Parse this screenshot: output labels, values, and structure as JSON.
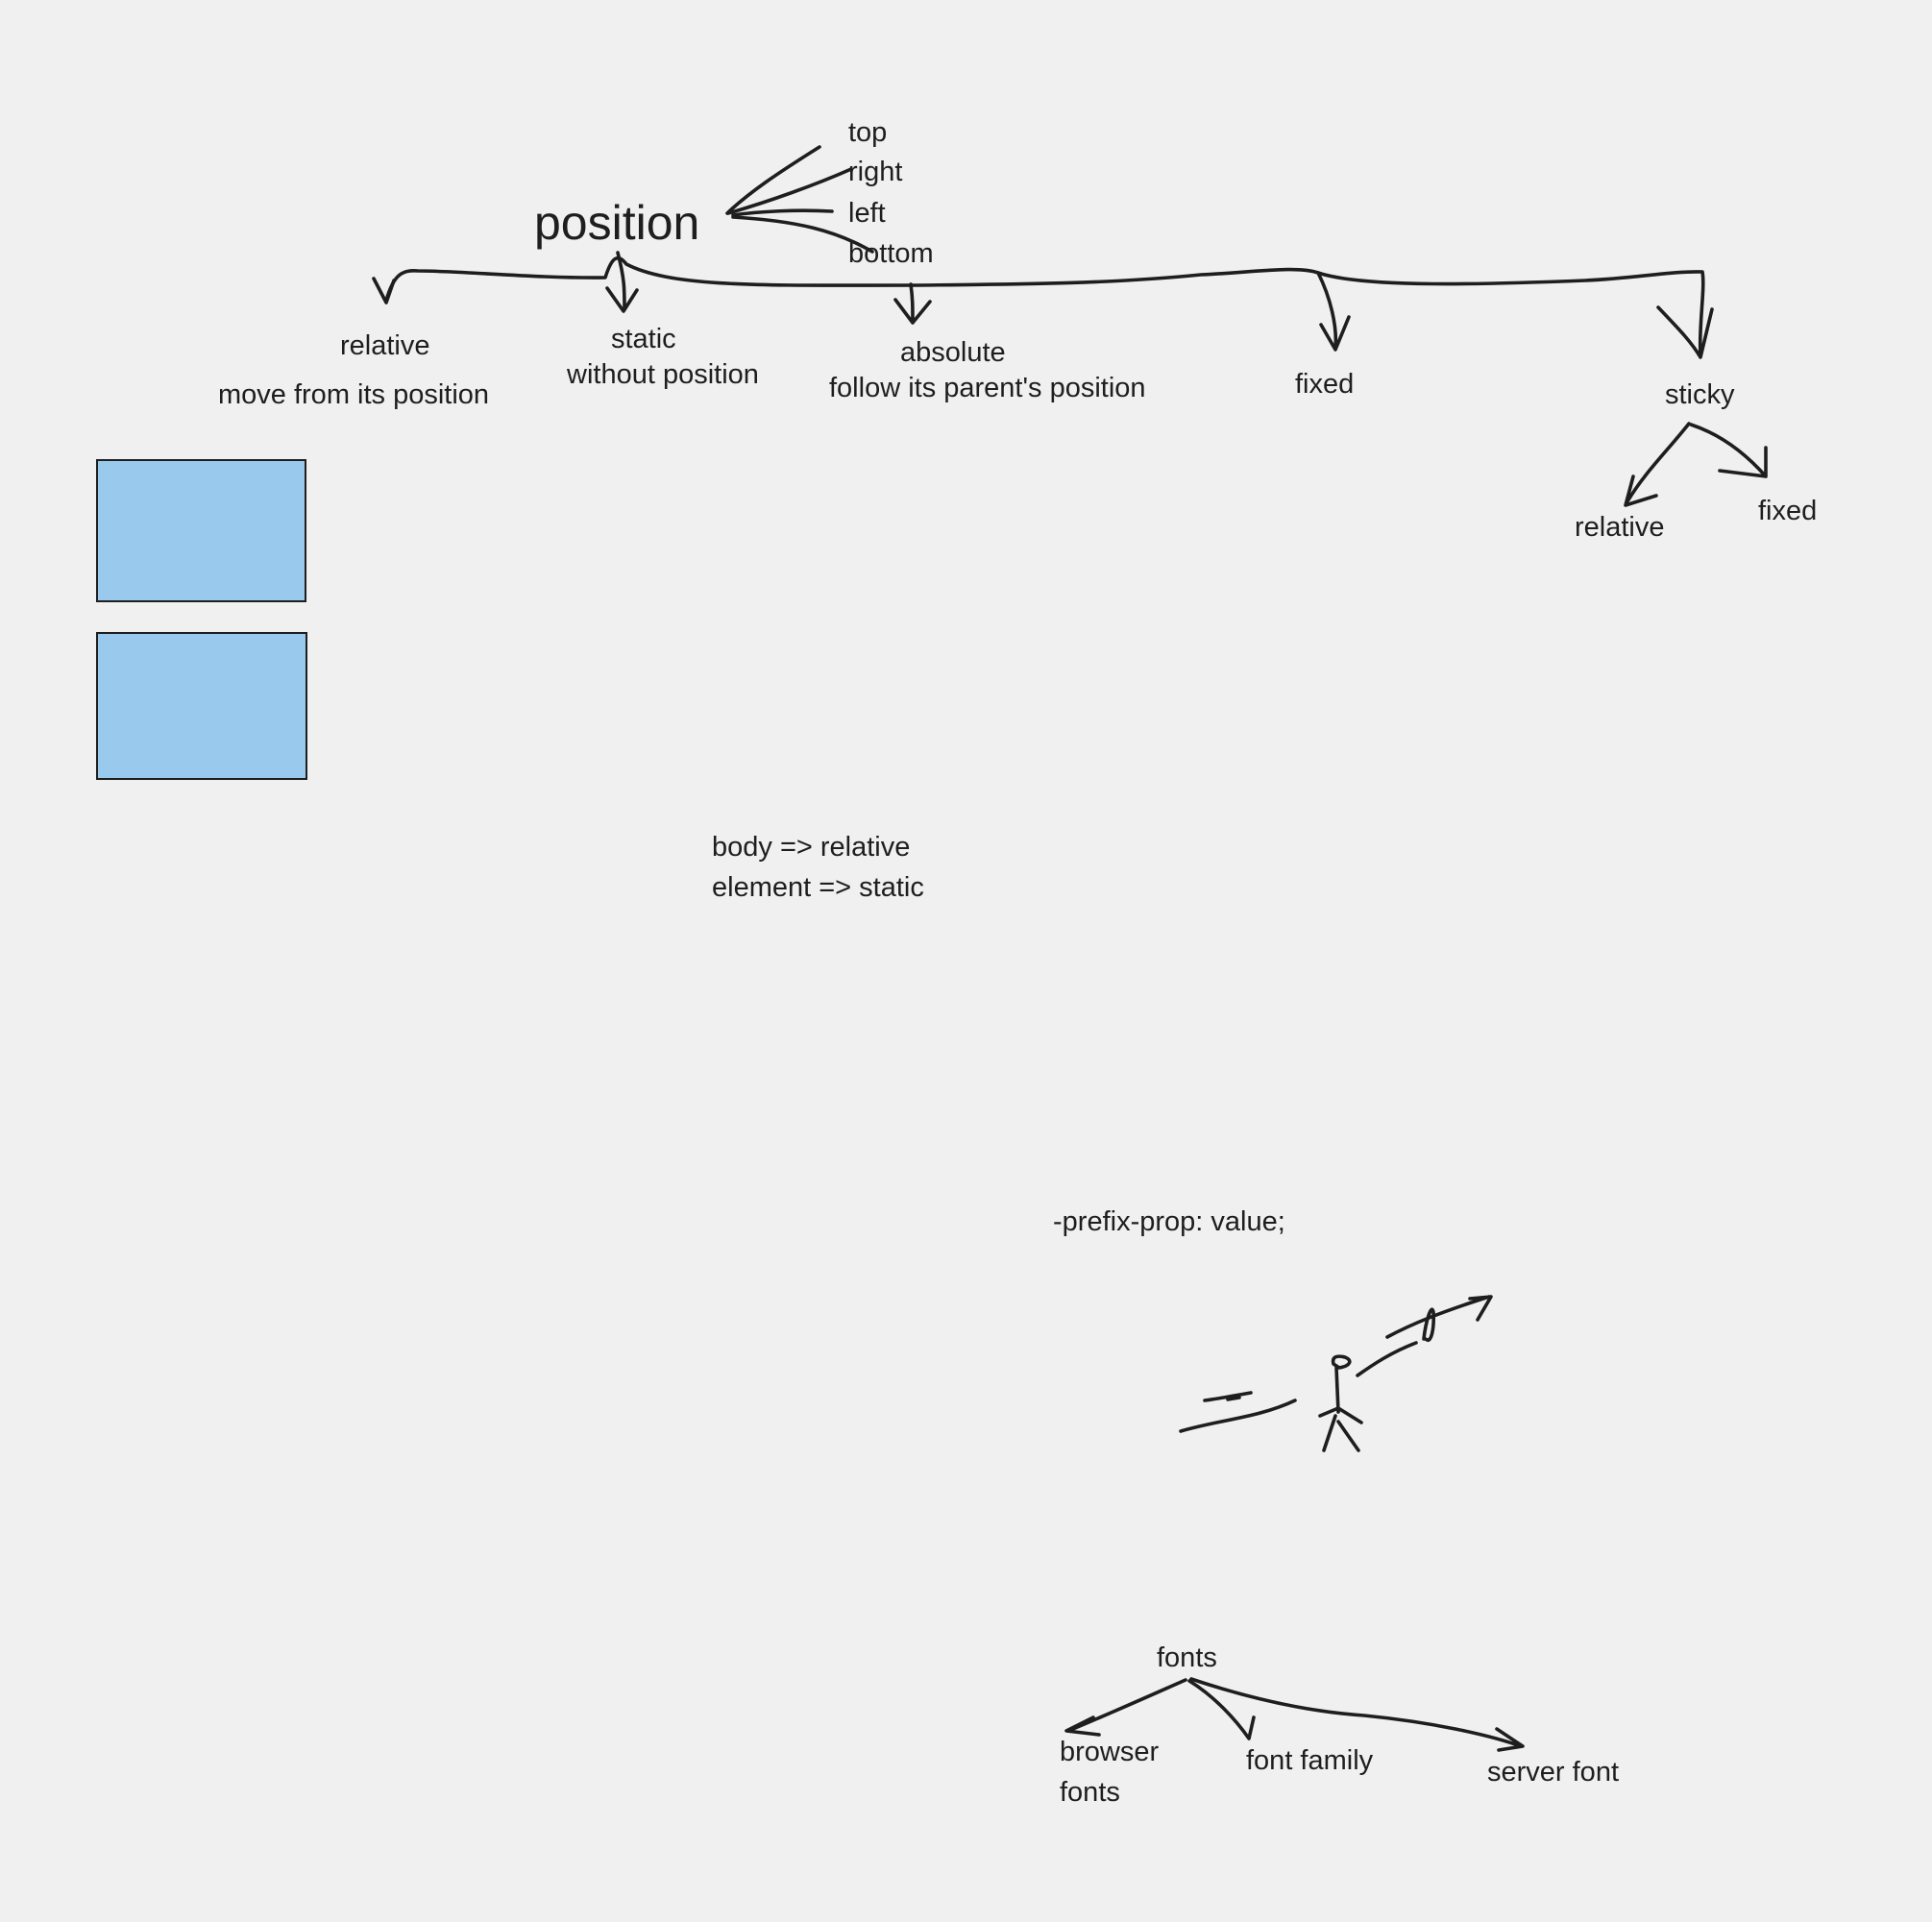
{
  "position": {
    "title": "position",
    "offsets": [
      "top",
      "right",
      "left",
      "bottom"
    ],
    "relative": {
      "label": "relative",
      "note": "move from its position"
    },
    "static": {
      "label": "static",
      "note": "without position"
    },
    "absolute": {
      "label": "absolute",
      "note": "follow its parent's position"
    },
    "fixed": {
      "label": "fixed"
    },
    "sticky": {
      "label": "sticky",
      "children": [
        "relative",
        "fixed"
      ]
    }
  },
  "defaults": [
    "body => relative",
    "element => static"
  ],
  "prefix_syntax": "-prefix-prop: value;",
  "fonts": {
    "title": "fonts",
    "browser_line1": "browser",
    "browser_line2": "fonts",
    "family": "font family",
    "server": "server font"
  },
  "colors": {
    "background": "#f0f0f0",
    "ink": "#1e1e1e",
    "box_fill": "#9ac9ee"
  }
}
